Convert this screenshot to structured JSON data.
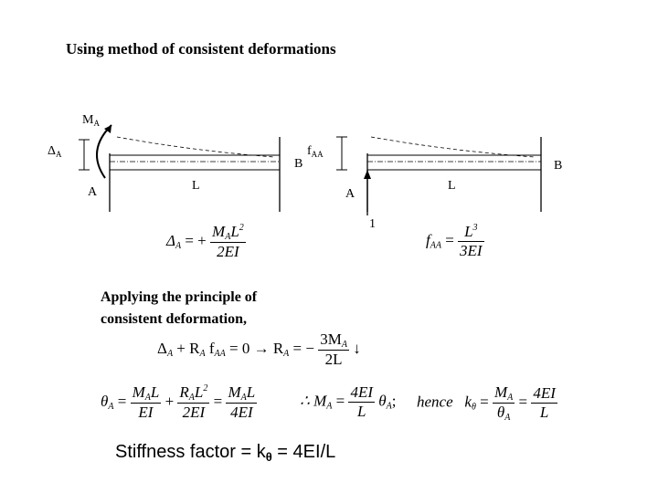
{
  "title": "Using method of consistent deformations",
  "left_figure": {
    "moment_label": "M",
    "moment_sub": "A",
    "delta_label": "Δ",
    "delta_sub": "A",
    "support_a": "A",
    "support_b": "B",
    "span": "L"
  },
  "right_figure": {
    "f_label": "f",
    "f_sub": "AA",
    "support_a": "A",
    "support_b": "B",
    "span": "L",
    "unit_load": "1"
  },
  "eq_delta": {
    "lhs": "Δ",
    "lhs_sub": "A",
    "eq": "= +",
    "num": "M",
    "num_sub": "A",
    "num_rest": "L",
    "num_sup": "2",
    "den": "2EI"
  },
  "eq_faa": {
    "lhs": "f",
    "lhs_sub": "AA",
    "eq": "=",
    "num": "L",
    "num_sup": "3",
    "den": "3EI"
  },
  "paragraph": [
    "Applying the principle of",
    "consistent deformation,"
  ],
  "eq_compat": {
    "text1": "Δ",
    "sub1": "A",
    "text2": "+ R",
    "sub2": "A",
    "text3": "f",
    "sub3": "AA",
    "text4": "= 0",
    "arrow": "→ R",
    "sub5": "A",
    "text6": "= −",
    "num": "3M",
    "num_sub": "A",
    "den": "2L",
    "down_arrow": "↓"
  },
  "eq_theta": {
    "lhs": "θ",
    "lhs_sub": "A",
    "f1_num": "M",
    "f1_num_sub": "A",
    "f1_num_rest": "L",
    "f1_den": "EI",
    "f2_num": "R",
    "f2_num_sub": "A",
    "f2_num_rest": "L",
    "f2_num_sup": "2",
    "f2_den": "2EI",
    "f3_num": "M",
    "f3_num_sub": "A",
    "f3_num_rest": "L",
    "f3_den": "4EI"
  },
  "eq_therefore": {
    "prefix": "∴ M",
    "prefix_sub": "A",
    "eq": "=",
    "num": "4EI",
    "den": "L",
    "theta": "θ",
    "theta_sub": "A",
    "tail": ";"
  },
  "eq_hence": {
    "word": "hence",
    "k": "k",
    "k_sub": "θ",
    "eq": "=",
    "num": "M",
    "num_sub": "A",
    "den": "θ",
    "den_sub": "A",
    "eq2": "=",
    "num2": "4EI",
    "den2": "L"
  },
  "stiffness": {
    "text": "Stiffness factor = k",
    "sub": "θ",
    "tail": " = 4EI/L"
  }
}
